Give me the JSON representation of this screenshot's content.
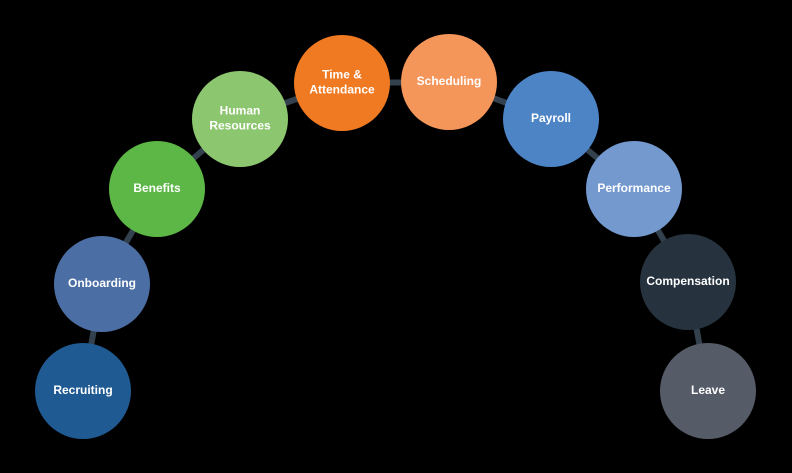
{
  "diagram": {
    "nodes": [
      {
        "id": "recruiting",
        "lines": [
          "Recruiting"
        ],
        "color": "#1f5a92"
      },
      {
        "id": "onboarding",
        "lines": [
          "Onboarding"
        ],
        "color": "#4b6ea4"
      },
      {
        "id": "benefits",
        "lines": [
          "Benefits"
        ],
        "color": "#5cb746"
      },
      {
        "id": "human-resources",
        "lines": [
          "Human",
          "Resources"
        ],
        "color": "#8cc66f"
      },
      {
        "id": "time-attendance",
        "lines": [
          "Time &",
          "Attendance"
        ],
        "color": "#f07a22"
      },
      {
        "id": "scheduling",
        "lines": [
          "Scheduling"
        ],
        "color": "#f4955a"
      },
      {
        "id": "payroll",
        "lines": [
          "Payroll"
        ],
        "color": "#4d84c6"
      },
      {
        "id": "performance",
        "lines": [
          "Performance"
        ],
        "color": "#7399cf"
      },
      {
        "id": "compensation",
        "lines": [
          "Compensation"
        ],
        "color": "#26333f"
      },
      {
        "id": "leave",
        "lines": [
          "Leave"
        ],
        "color": "#555b67"
      }
    ],
    "connector_color": "#33404d",
    "background": "#000000"
  }
}
